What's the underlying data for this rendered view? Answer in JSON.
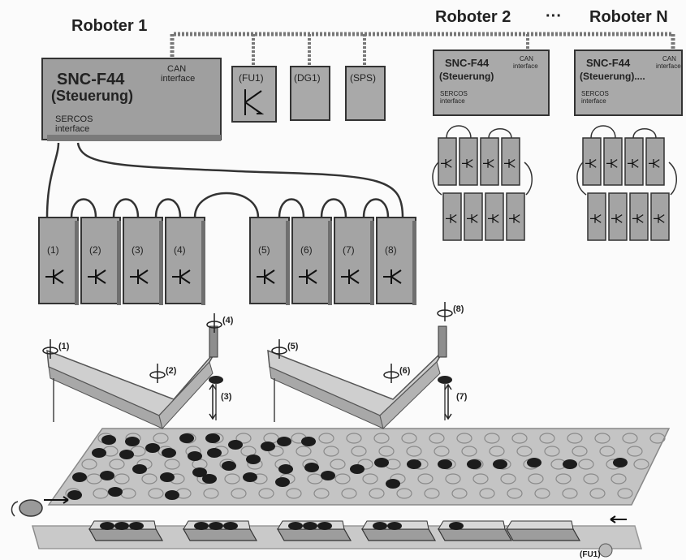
{
  "robots": {
    "r1": "Roboter 1",
    "r2": "Roboter 2",
    "ellipsis": "···",
    "rn": "Roboter N"
  },
  "controller_main": {
    "name": "SNC-F44",
    "sub": "(Steuerung)",
    "can1": "CAN",
    "can2": "interface",
    "sercos1": "SERCOS",
    "sercos2": "interface"
  },
  "bus_modules": [
    "(FU1)",
    "(DG1)",
    "(SPS)"
  ],
  "controller_r2": {
    "name": "SNC-F44",
    "sub": "(Steuerung)",
    "can1": "CAN",
    "can2": "interface",
    "sercos1": "SERCOS",
    "sercos2": "interface"
  },
  "controller_rn": {
    "name": "SNC-F44",
    "sub": "(Steuerung)....",
    "can1": "CAN",
    "can2": "interface",
    "sercos1": "SERCOS",
    "sercos2": "interface"
  },
  "drives": [
    "(1)",
    "(2)",
    "(3)",
    "(4)",
    "(5)",
    "(6)",
    "(7)",
    "(8)"
  ],
  "axes": [
    "(1)",
    "(2)",
    "(3)",
    "(4)",
    "(5)",
    "(6)",
    "(7)",
    "(8)"
  ],
  "conveyor": {
    "motor_label": "(FU1)"
  },
  "colors": {
    "box_fill": "#a9a9a9",
    "box_stroke": "#333333",
    "belt_fill": "#c4c4c4",
    "puck": "#1c1c1c",
    "arm": "#cfcfcf"
  }
}
